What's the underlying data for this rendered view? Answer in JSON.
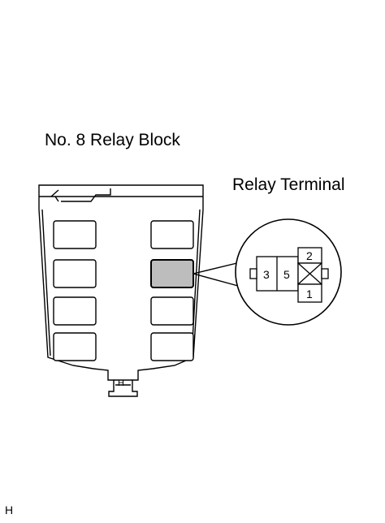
{
  "diagram": {
    "title": "No. 8 Relay Block",
    "relay_terminal_label": "Relay Terminal",
    "terminals": {
      "left_a": "3",
      "left_b": "5",
      "top_right": "2",
      "bottom_right": "1"
    },
    "bottom_mark": "H",
    "corner_code": "H",
    "colors": {
      "line": "#000000",
      "highlight_fill": "#bdbdbd",
      "background": "#ffffff"
    }
  }
}
